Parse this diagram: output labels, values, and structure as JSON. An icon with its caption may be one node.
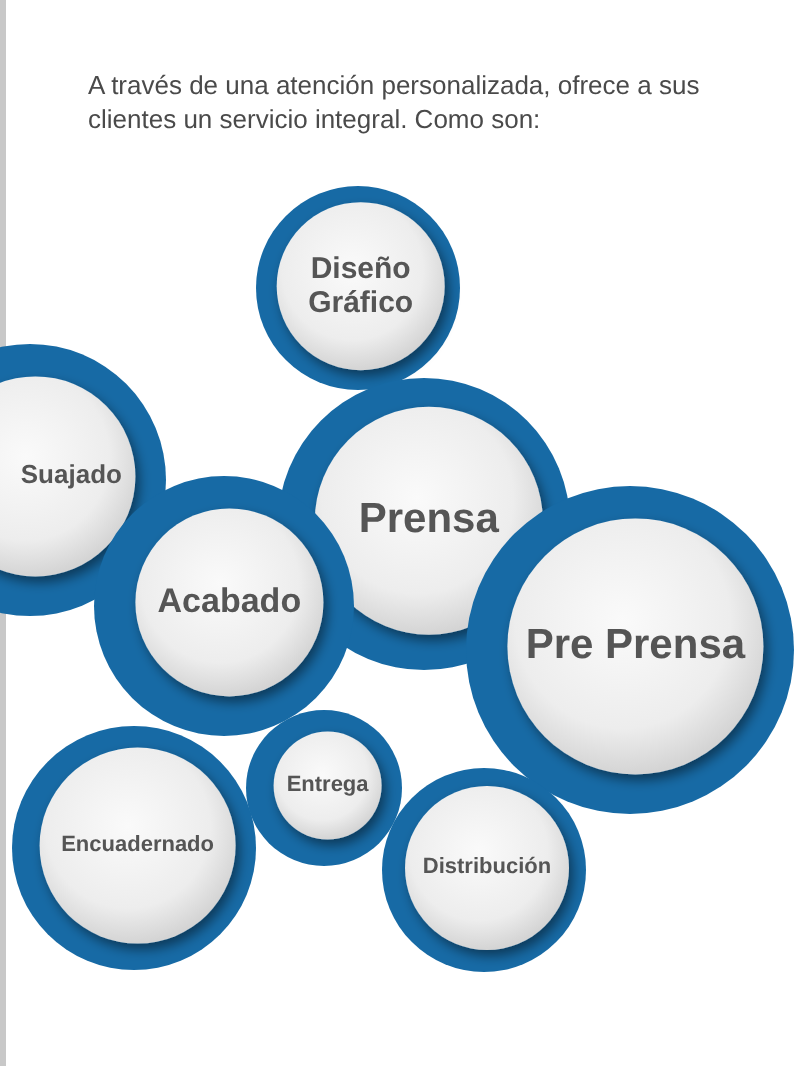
{
  "diagram": {
    "title": "A través de una atención personalizada, ofrece a sus clientes un servicio integral. Como son:",
    "nodes": [
      {
        "text": [
          "Diseño Gráfico"
        ]
      },
      {
        "text": [
          "Suajado"
        ]
      },
      {
        "text": [
          "Prensa"
        ]
      },
      {
        "text": [
          "Acabado"
        ]
      },
      {
        "text": [
          "Pre Prensa"
        ]
      },
      {
        "text": [
          "Encuadernado"
        ]
      },
      {
        "text": [
          "Entrega"
        ]
      },
      {
        "text": [
          "Distribución"
        ]
      }
    ]
  }
}
